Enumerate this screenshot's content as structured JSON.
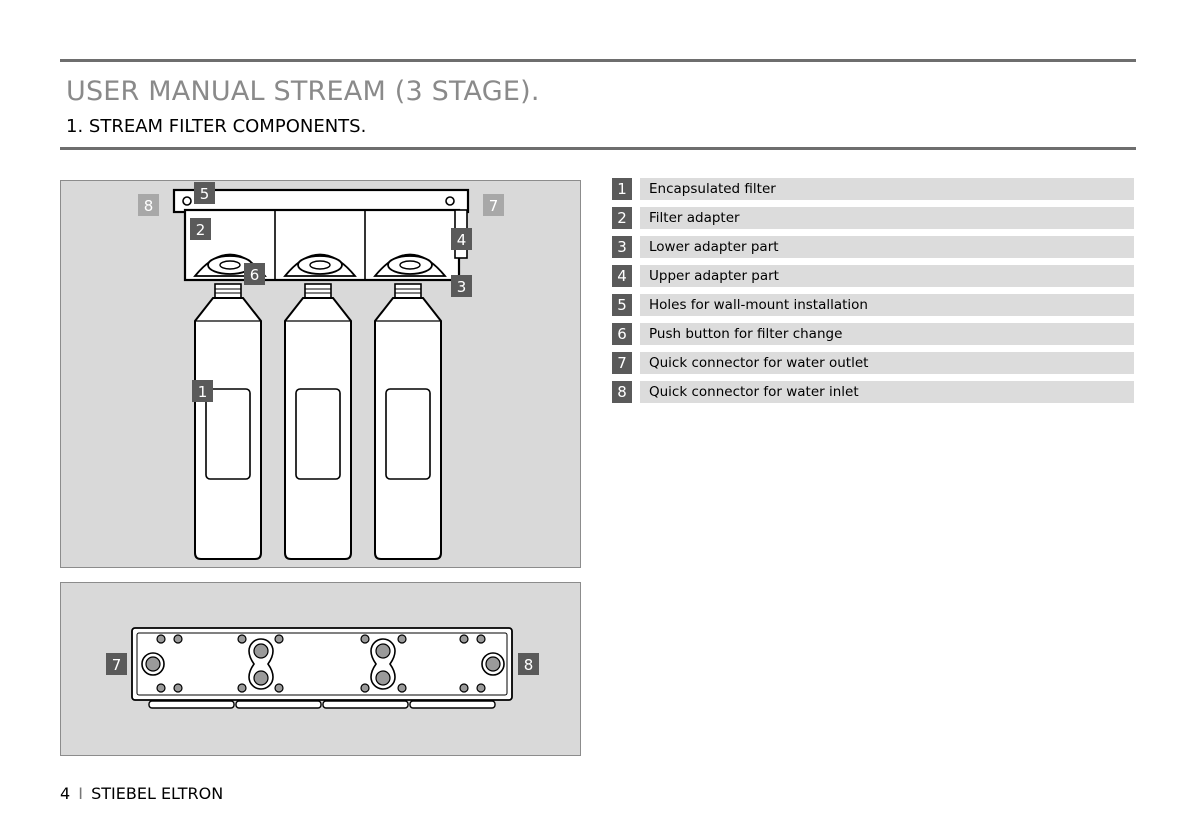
{
  "header": {
    "title": "USER MANUAL STREAM (3 STAGE).",
    "subtitle": "1. STREAM FILTER COMPONENTS."
  },
  "callouts": {
    "top": [
      "8",
      "5",
      "7",
      "2",
      "4",
      "6",
      "3",
      "1"
    ],
    "bottom": [
      "7",
      "8"
    ]
  },
  "legend": [
    {
      "num": "1",
      "label": "Encapsulated filter"
    },
    {
      "num": "2",
      "label": "Filter adapter"
    },
    {
      "num": "3",
      "label": "Lower adapter part"
    },
    {
      "num": "4",
      "label": "Upper adapter part"
    },
    {
      "num": "5",
      "label": "Holes for wall-mount installation"
    },
    {
      "num": "6",
      "label": "Push button for filter change"
    },
    {
      "num": "7",
      "label": "Quick connector for water outlet"
    },
    {
      "num": "8",
      "label": "Quick connector for water inlet"
    }
  ],
  "footer": {
    "page": "4",
    "separator": "I",
    "brand": "STIEBEL ELTRON"
  },
  "colors": {
    "badge": "#5a5a5a",
    "badge_light": "#a8a8a8",
    "row_bg": "#dcdcdc",
    "panel_bg": "#d9d9d9",
    "title_gray": "#8a8a8a"
  }
}
